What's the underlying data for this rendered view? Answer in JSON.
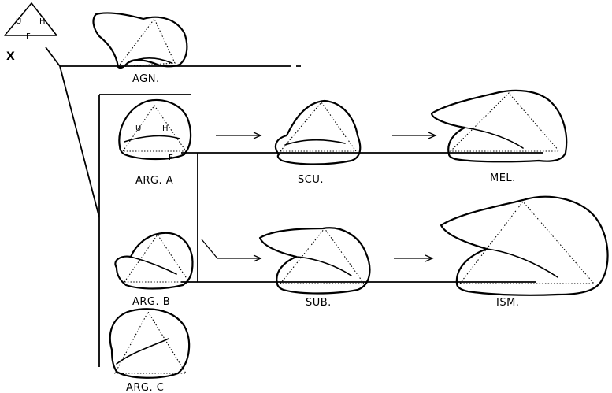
{
  "key": {
    "u": "U",
    "h": "H",
    "f": "F",
    "x": "X"
  },
  "shapes": {
    "agn": "AGN.",
    "arg_a": "ARG. A",
    "arg_a_u": "U",
    "arg_a_h": "H",
    "arg_a_f": "F",
    "scu": "SCU.",
    "mel": "MEL.",
    "arg_b": "ARG. B",
    "sub": "SUB.",
    "ism": "ISM.",
    "arg_c": "ARG. C"
  }
}
